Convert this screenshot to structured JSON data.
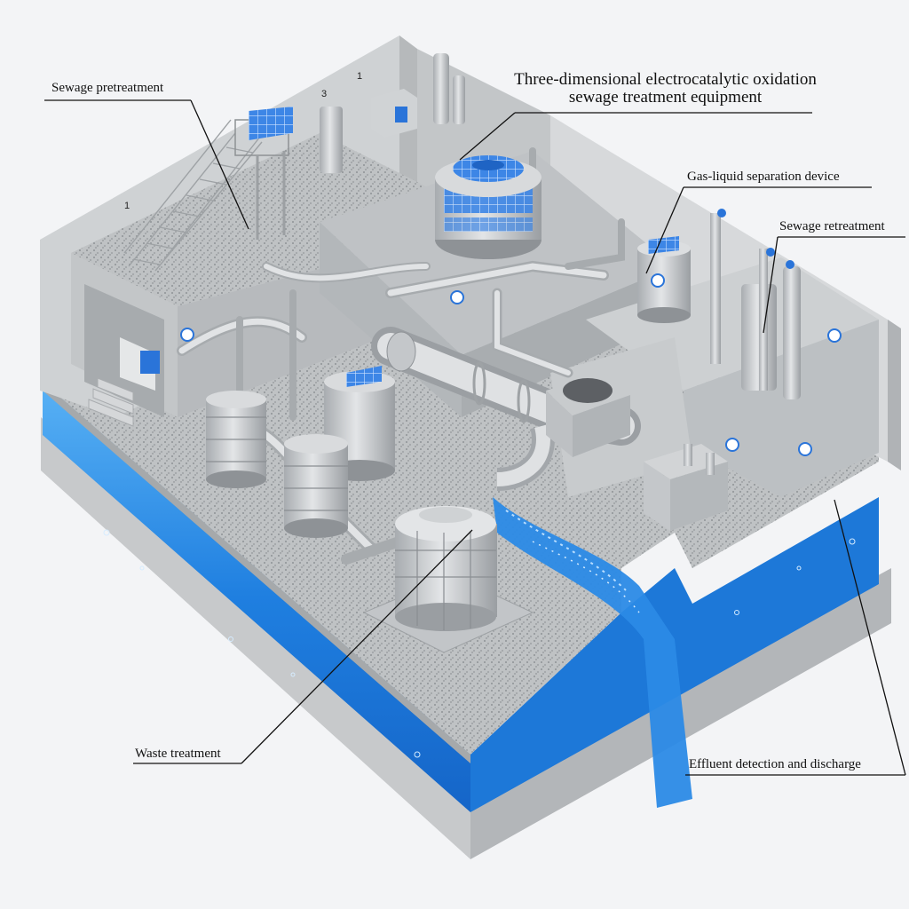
{
  "labels": {
    "sewage_pretreatment": "Sewage pretreatment",
    "title_line1": "Three-dimensional electrocatalytic oxidation",
    "title_line2": "sewage treatment equipment",
    "gas_liquid": "Gas-liquid separation device",
    "sewage_retreatment": "Sewage retreatment",
    "waste_treatment": "Waste treatment",
    "effluent": "Effluent detection and discharge"
  },
  "wall_numbers": [
    "1",
    "3",
    "1"
  ],
  "colors": {
    "water": "#1f7fe0",
    "water_light": "#58aef2",
    "concrete": "#c9cccf",
    "concrete_dark": "#9ea3a8",
    "gravel": "#b9bcbe",
    "panel_blue": "#2a74d9",
    "background": "#f3f4f6"
  }
}
